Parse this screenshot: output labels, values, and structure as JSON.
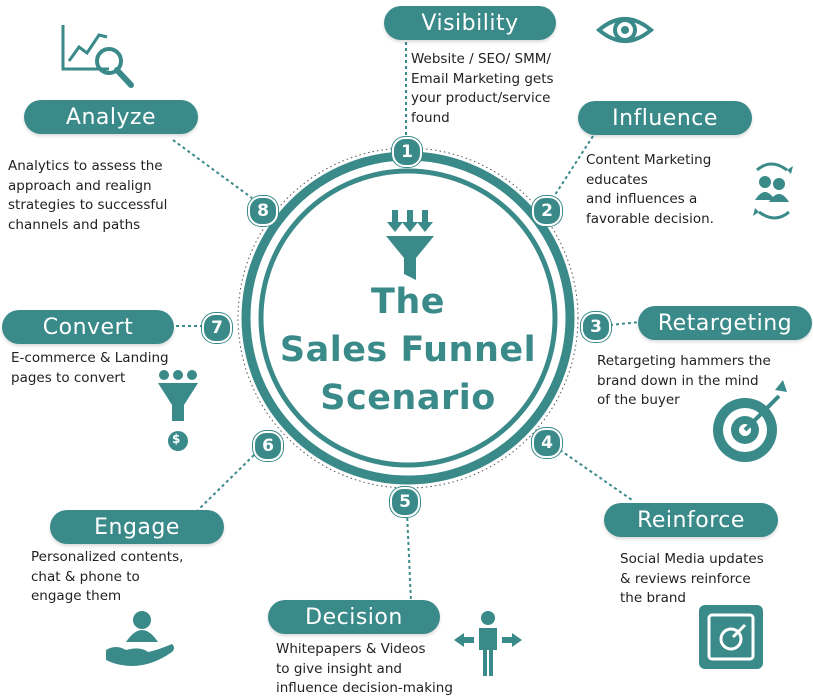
{
  "colors": {
    "teal": "#3a8a8a",
    "text": "#222222"
  },
  "title": {
    "line1": "The",
    "line2": "Sales Funnel",
    "line3": "Scenario"
  },
  "stages": [
    {
      "number": "1",
      "label": "Visibility",
      "description": "Website / SEO/ SMM/\nEmail Marketing gets\nyour product/service\n found",
      "icon": "eye-icon"
    },
    {
      "number": "2",
      "label": "Influence",
      "description": "Content Marketing\neducates\nand influences a\nfavorable decision.",
      "icon": "people-cycle-icon"
    },
    {
      "number": "3",
      "label": "Retargeting",
      "description": "Retargeting hammers the\nbrand down in the mind\nof the buyer",
      "icon": "target-icon"
    },
    {
      "number": "4",
      "label": "Reinforce",
      "description": "Social Media updates\n & reviews reinforce\nthe brand",
      "icon": "social-badge-icon"
    },
    {
      "number": "5",
      "label": "Decision",
      "description": "Whitepapers & Videos\n to give insight and\ninfluence decision-making",
      "icon": "person-arrows-icon"
    },
    {
      "number": "6",
      "label": "Engage",
      "description": "Personalized contents,\nchat & phone to\nengage them",
      "icon": "hand-person-icon"
    },
    {
      "number": "7",
      "label": "Convert",
      "description": "E-commerce & Landing\npages to convert",
      "icon": "funnel-dollar-icon"
    },
    {
      "number": "8",
      "label": "Analyze",
      "description": "Analytics to assess the\napproach and realign\nstrategies to successful\nchannels and paths",
      "icon": "chart-magnifier-icon"
    }
  ]
}
